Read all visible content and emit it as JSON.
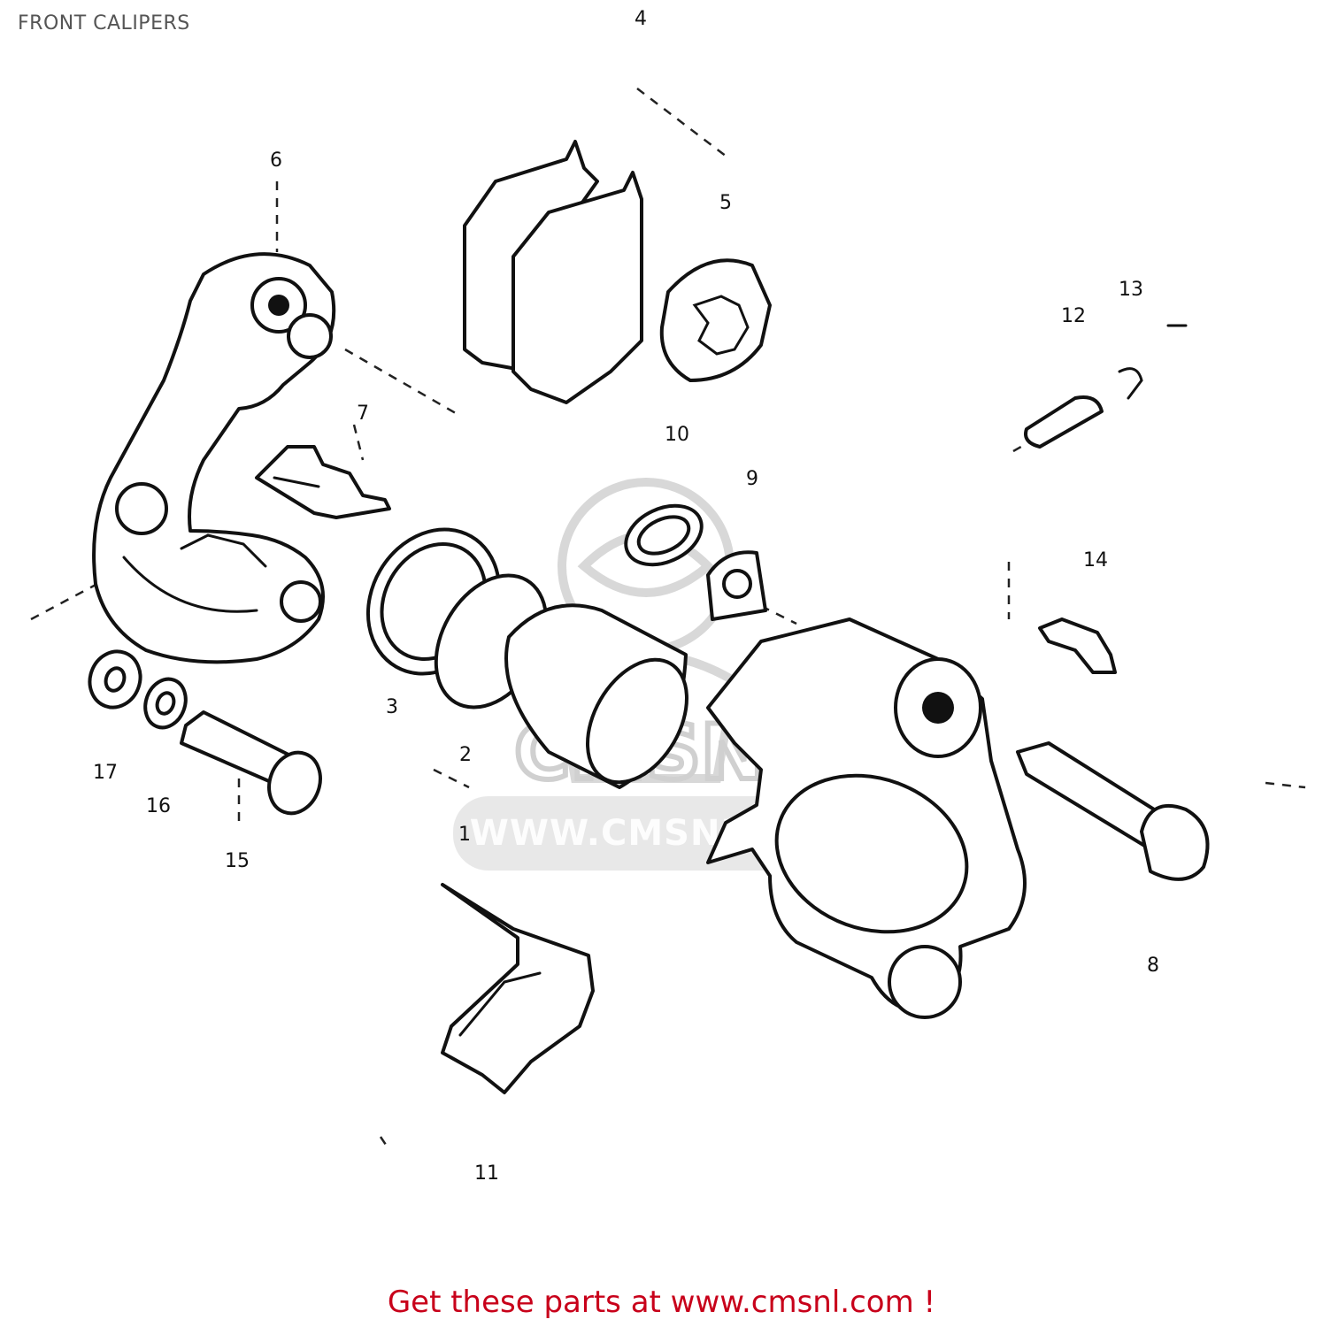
{
  "page": {
    "title": "FRONT CALIPERS"
  },
  "diagram": {
    "callouts": {
      "c1": "1",
      "c2": "2",
      "c3": "3",
      "c4": "4",
      "c5": "5",
      "c6": "6",
      "c7": "7",
      "c8": "8",
      "c9": "9",
      "c10": "10",
      "c11": "11",
      "c12": "12",
      "c13": "13",
      "c14": "14",
      "c15": "15",
      "c16": "16",
      "c17": "17"
    }
  },
  "watermark": {
    "text": "WWW.CMSNL.COM",
    "logo": "CMSNL"
  },
  "footer": {
    "link_text": "Get these parts at www.cmsnl.com !"
  },
  "colors": {
    "title": "#555555",
    "link": "#c8001a",
    "line": "#111111"
  }
}
